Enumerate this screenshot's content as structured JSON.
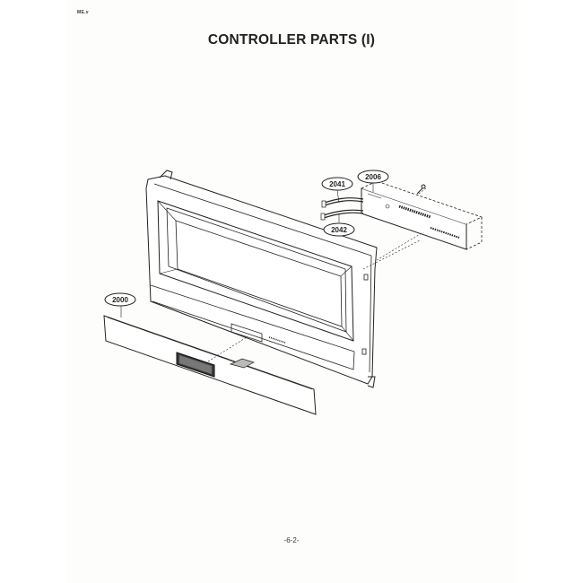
{
  "document": {
    "corner_mark": "ME.v",
    "title": "CONTROLLER PARTS (I)",
    "page_number": "-6-2-"
  },
  "diagram": {
    "subject": "microwave door / control panel exploded view",
    "callouts": [
      {
        "id": "2000",
        "label": "2000",
        "part": "control-panel-cover"
      },
      {
        "id": "2041",
        "label": "2041",
        "part": "wire-harness-upper"
      },
      {
        "id": "2042",
        "label": "2042",
        "part": "wire-harness-lower"
      },
      {
        "id": "2006",
        "label": "2006",
        "part": "pcb-assembly"
      }
    ]
  },
  "colors": {
    "ink": "#222222",
    "paper": "#fdfefb",
    "display_window": "#3a3a3a"
  }
}
